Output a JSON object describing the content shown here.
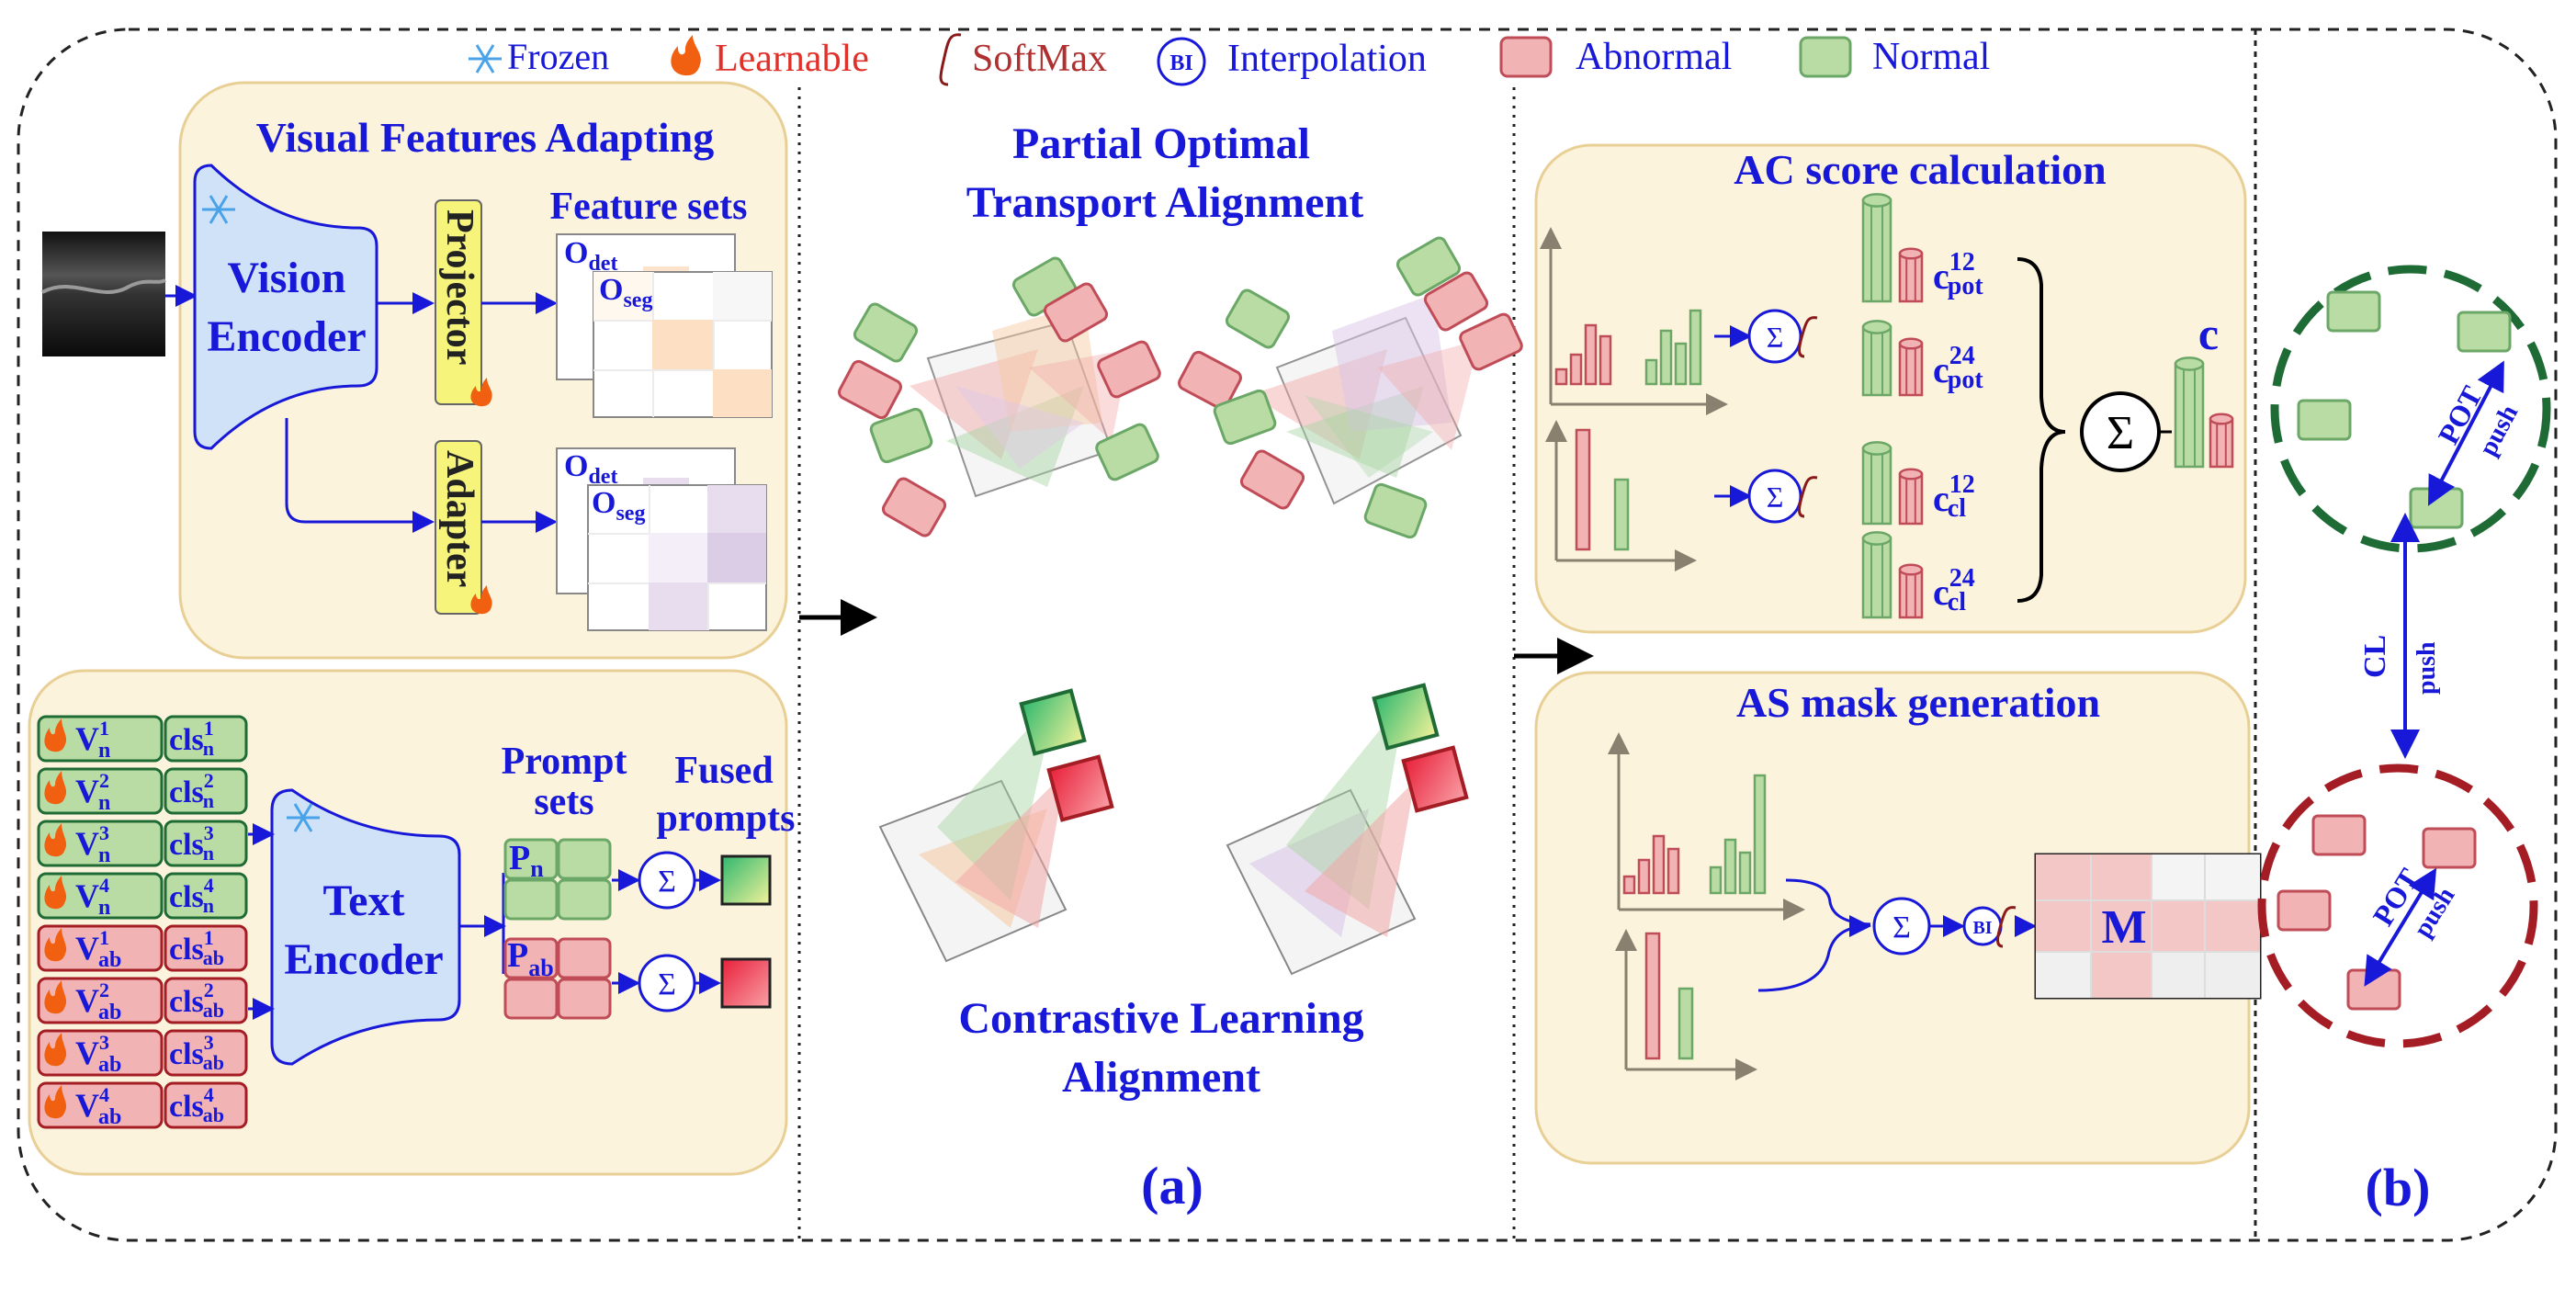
{
  "legend": {
    "frozen": "Frozen",
    "learnable": "Learnable",
    "softmax": "SoftMax",
    "bi": "BI",
    "interpolation": "Interpolation",
    "abnormal": "Abnormal",
    "normal": "Normal"
  },
  "visual": {
    "title": "Visual Features Adapting",
    "encoder_l1": "Vision",
    "encoder_l2": "Encoder",
    "projector": "Projector",
    "adapter": "Adapter",
    "feature_sets": "Feature sets",
    "o": "O",
    "det": "det",
    "seg": "seg"
  },
  "text": {
    "encoder_l1": "Text",
    "encoder_l2": "Encoder",
    "prompt_l1": "Prompt",
    "prompt_l2": "sets",
    "fused_l1": "Fused",
    "fused_l2": "prompts",
    "v": "V",
    "cls": "cls",
    "sub_n": "n",
    "sub_ab": "ab",
    "p": "P",
    "tokens_normal": [
      "1",
      "2",
      "3",
      "4"
    ],
    "tokens_abnormal": [
      "1",
      "2",
      "3",
      "4"
    ]
  },
  "middle": {
    "pot_l1": "Partial Optimal",
    "pot_l2": "Transport Alignment",
    "cl_l1": "Contrastive Learning",
    "cl_l2": "Alignment",
    "label_a": "(a)"
  },
  "right": {
    "ac_title": "AC score calculation",
    "as_title": "AS  mask generation",
    "c": "c",
    "pot": "pot",
    "cl": "cl",
    "sup12": "12",
    "sup24": "24",
    "m": "M",
    "bi": "BI"
  },
  "panel_b": {
    "pot": "POT",
    "push": "push",
    "cl": "CL",
    "label_b": "(b)"
  },
  "colors": {
    "blue": "#1818d8",
    "cream": "#fcf3dc",
    "abnormal_fill": "#f1b3b3",
    "abnormal_stroke": "#c04c58",
    "normal_fill": "#b9dca4",
    "normal_stroke": "#6ba766",
    "dark_green": "#1f6b35",
    "dark_red": "#a51d24"
  }
}
